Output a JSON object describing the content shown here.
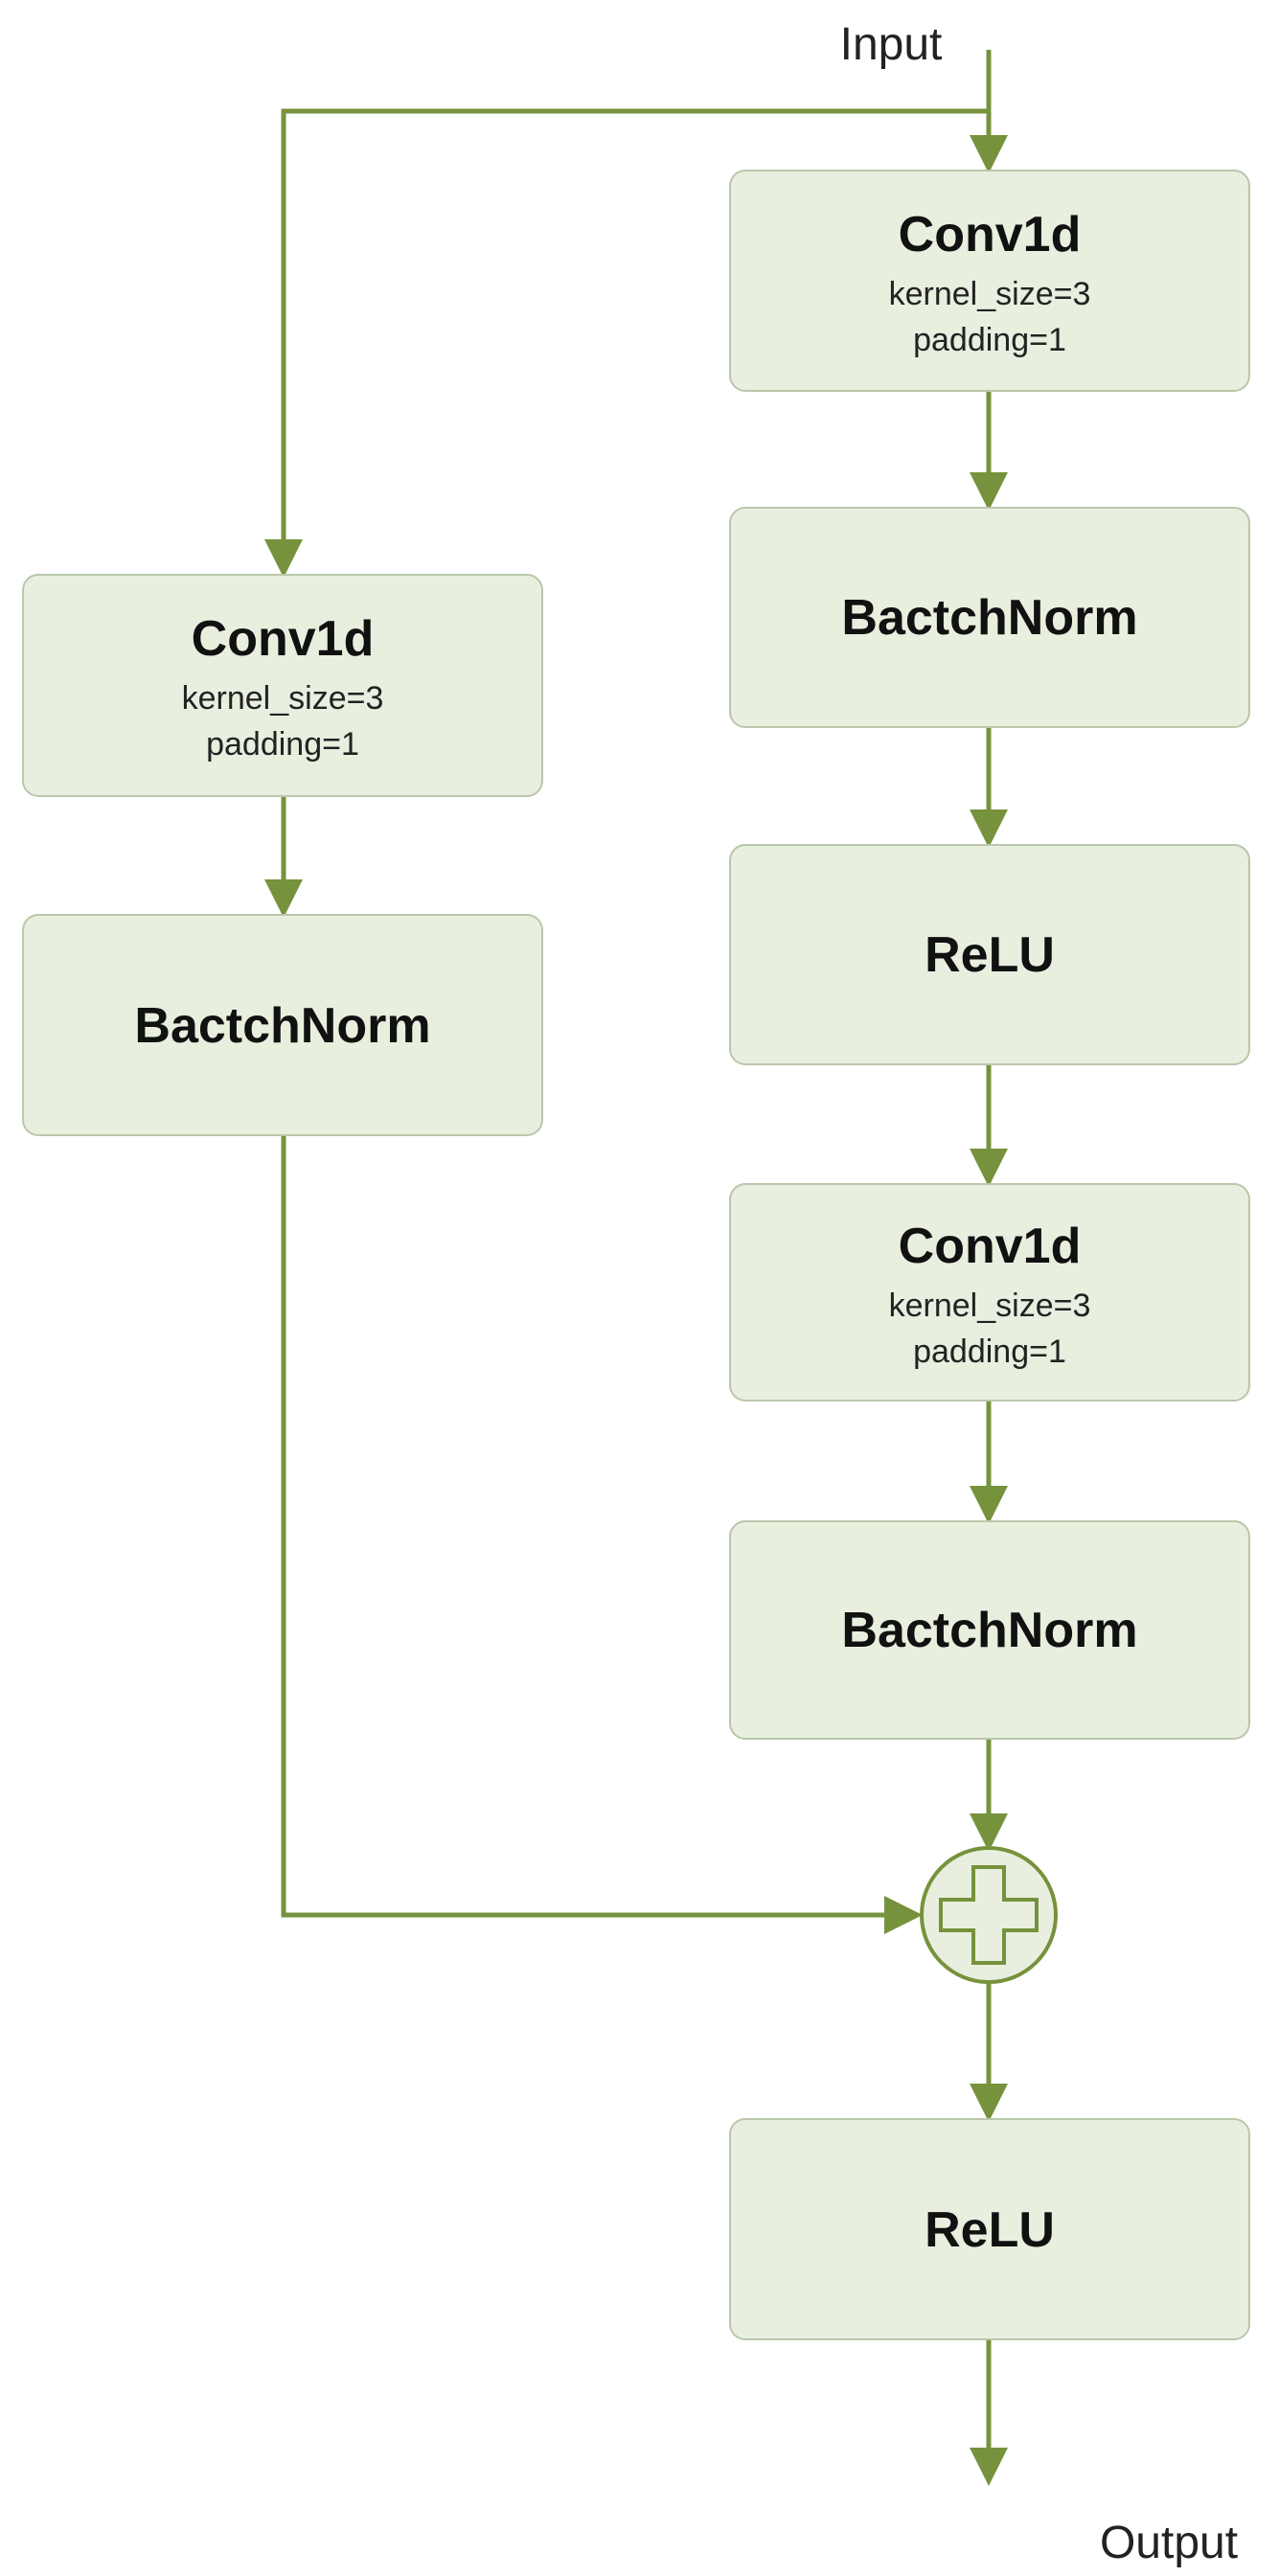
{
  "io": {
    "input": "Input",
    "output": "Output"
  },
  "main_path": {
    "conv1": {
      "title": "Conv1d",
      "kernel": "kernel_size=3",
      "padding": "padding=1"
    },
    "bn1": {
      "title": "BactchNorm"
    },
    "relu1": {
      "title": "ReLU"
    },
    "conv2": {
      "title": "Conv1d",
      "kernel": "kernel_size=3",
      "padding": "padding=1"
    },
    "bn2": {
      "title": "BactchNorm"
    },
    "relu_out": {
      "title": "ReLU"
    }
  },
  "shortcut_path": {
    "conv": {
      "title": "Conv1d",
      "kernel": "kernel_size=3",
      "padding": "padding=1"
    },
    "bn": {
      "title": "BactchNorm"
    }
  },
  "colors": {
    "wire": "#76923c",
    "box_fill": "#e8efdf",
    "box_stroke": "#b9c7ab"
  },
  "icons": {
    "sum": "plus-circle-icon"
  }
}
